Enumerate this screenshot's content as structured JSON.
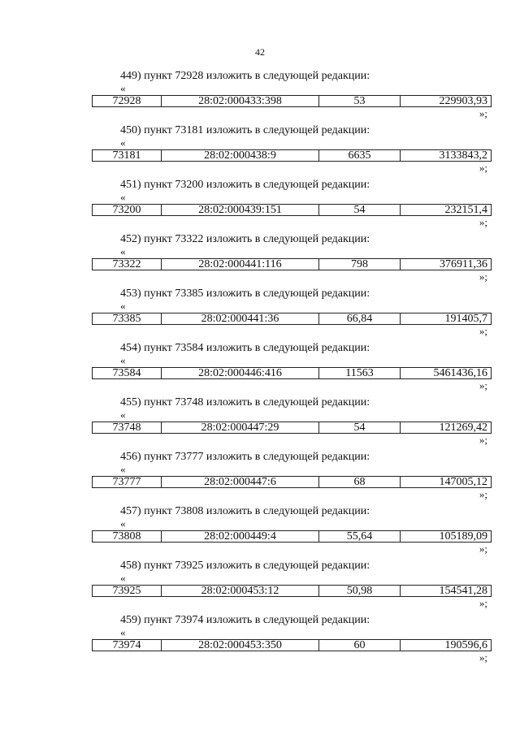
{
  "page_number": "42",
  "heading_suffix": "изложить в следующей редакции:",
  "quote_open": "«",
  "quote_close": "»;",
  "entries": [
    {
      "heading": "449) пункт 72928 изложить в следующей редакции:",
      "num": "72928",
      "cadastral": "28:02:000433:398",
      "area": "53",
      "value": "229903,93"
    },
    {
      "heading": "450) пункт 73181 изложить в следующей редакции:",
      "num": "73181",
      "cadastral": "28:02:000438:9",
      "area": "6635",
      "value": "3133843,2"
    },
    {
      "heading": "451) пункт 73200 изложить в следующей редакции:",
      "num": "73200",
      "cadastral": "28:02:000439:151",
      "area": "54",
      "value": "232151,4"
    },
    {
      "heading": "452) пункт 73322 изложить в следующей редакции:",
      "num": "73322",
      "cadastral": "28:02:000441:116",
      "area": "798",
      "value": "376911,36"
    },
    {
      "heading": "453) пункт 73385 изложить в следующей редакции:",
      "num": "73385",
      "cadastral": "28:02:000441:36",
      "area": "66,84",
      "value": "191405,7"
    },
    {
      "heading": "454) пункт 73584 изложить в следующей редакции:",
      "num": "73584",
      "cadastral": "28:02:000446:416",
      "area": "11563",
      "value": "5461436,16"
    },
    {
      "heading": "455) пункт 73748 изложить в следующей редакции:",
      "num": "73748",
      "cadastral": "28:02:000447:29",
      "area": "54",
      "value": "121269,42"
    },
    {
      "heading": "456) пункт 73777 изложить в следующей редакции:",
      "num": "73777",
      "cadastral": "28:02:000447:6",
      "area": "68",
      "value": "147005,12"
    },
    {
      "heading": "457) пункт 73808 изложить в следующей редакции:",
      "num": "73808",
      "cadastral": "28:02:000449:4",
      "area": "55,64",
      "value": "105189,09"
    },
    {
      "heading": "458) пункт 73925 изложить в следующей редакции:",
      "num": "73925",
      "cadastral": "28:02:000453:12",
      "area": "50,98",
      "value": "154541,28"
    },
    {
      "heading": "459) пункт 73974 изложить в следующей редакции:",
      "num": "73974",
      "cadastral": "28:02:000453:350",
      "area": "60",
      "value": "190596,6"
    }
  ]
}
